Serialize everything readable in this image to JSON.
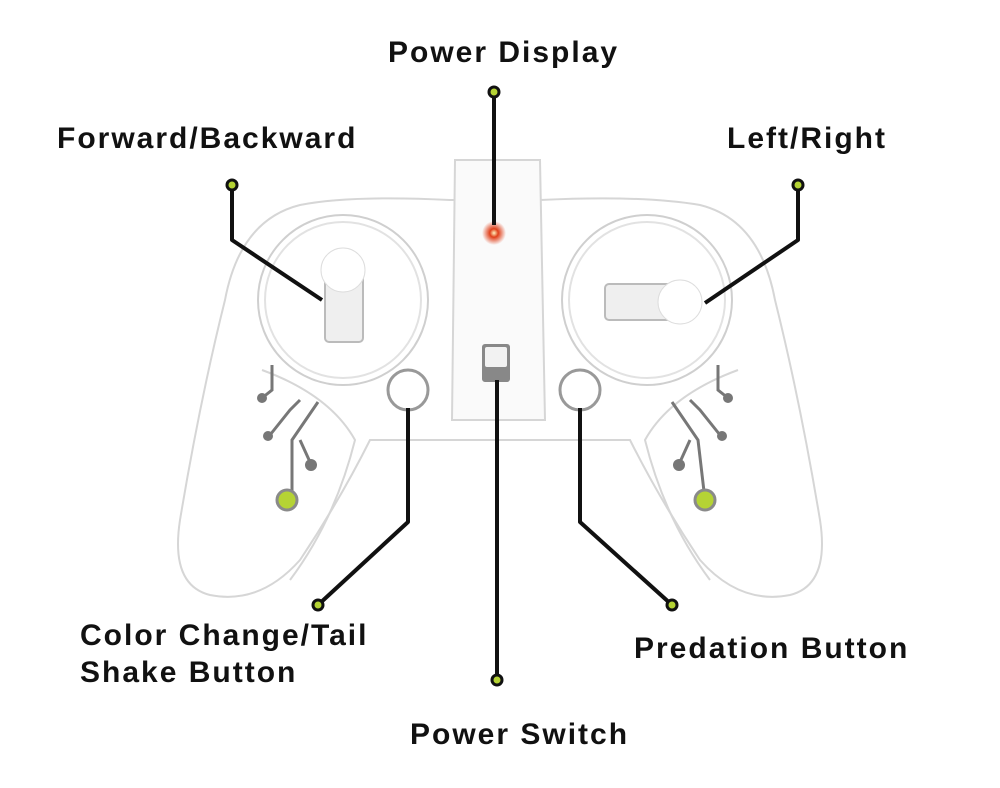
{
  "labels": {
    "power_display": "Power Display",
    "forward_backward": "Forward/Backward",
    "left_right": "Left/Right",
    "color_change_line1": "Color Change/Tail",
    "color_change_line2": "Shake Button",
    "predation": "Predation Button",
    "power_switch": "Power Switch"
  },
  "colors": {
    "leader_line": "#111111",
    "dot_fill": "#b5d334",
    "led": "#e0401a",
    "body": "#ffffff",
    "outline": "#d4d4d4"
  }
}
